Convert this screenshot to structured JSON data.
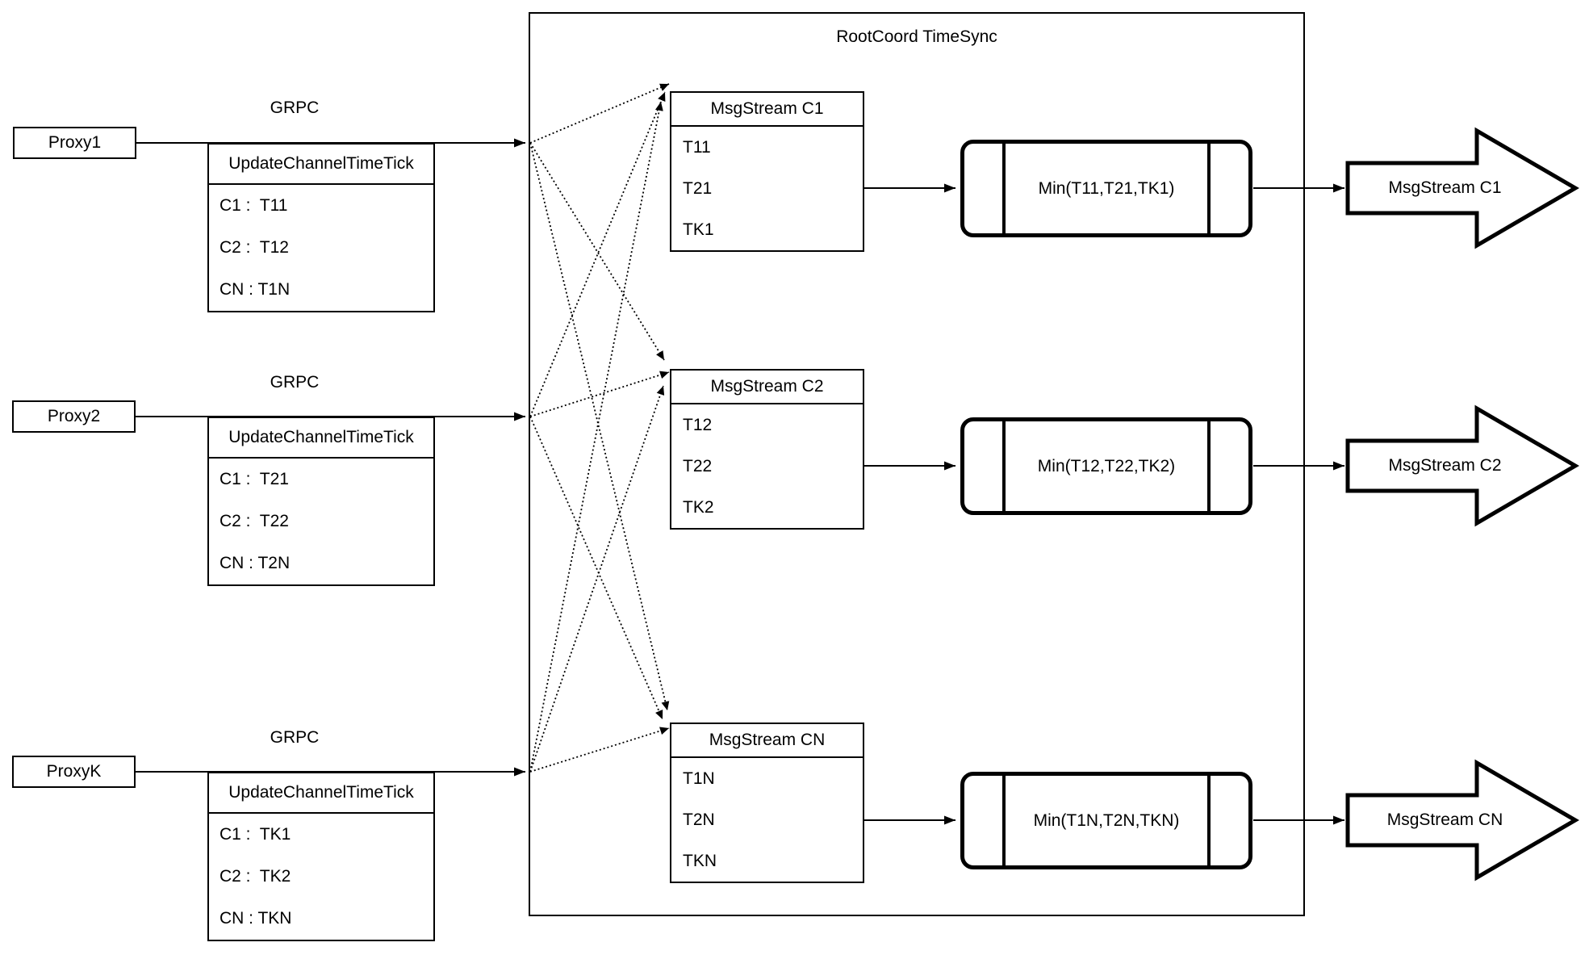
{
  "diagram": {
    "title": "RootCoord TimeSync",
    "grpc_label": "GRPC",
    "colors": {
      "ink": "#000000",
      "background": "#ffffff"
    },
    "proxies": [
      {
        "name": "Proxy1",
        "table": {
          "header": "UpdateChannelTimeTick",
          "rows": [
            "C1 :  T11",
            "C2 :  T12",
            "CN : T1N"
          ]
        }
      },
      {
        "name": "Proxy2",
        "table": {
          "header": "UpdateChannelTimeTick",
          "rows": [
            "C1 :  T21",
            "C2 :  T22",
            "CN : T2N"
          ]
        }
      },
      {
        "name": "ProxyK",
        "table": {
          "header": "UpdateChannelTimeTick",
          "rows": [
            "C1 :  TK1",
            "C2 :  TK2",
            "CN : TKN"
          ]
        }
      }
    ],
    "streams": [
      {
        "header": "MsgStream C1",
        "rows": [
          "T11",
          "T21",
          "TK1"
        ],
        "min_label": "Min(T11,T21,TK1)",
        "output_label": "MsgStream C1"
      },
      {
        "header": "MsgStream C2",
        "rows": [
          "T12",
          "T22",
          "TK2"
        ],
        "min_label": "Min(T12,T22,TK2)",
        "output_label": "MsgStream C2"
      },
      {
        "header": "MsgStream CN",
        "rows": [
          "T1N",
          "T2N",
          "TKN"
        ],
        "min_label": "Min(T1N,T2N,TKN)",
        "output_label": "MsgStream CN"
      }
    ]
  }
}
